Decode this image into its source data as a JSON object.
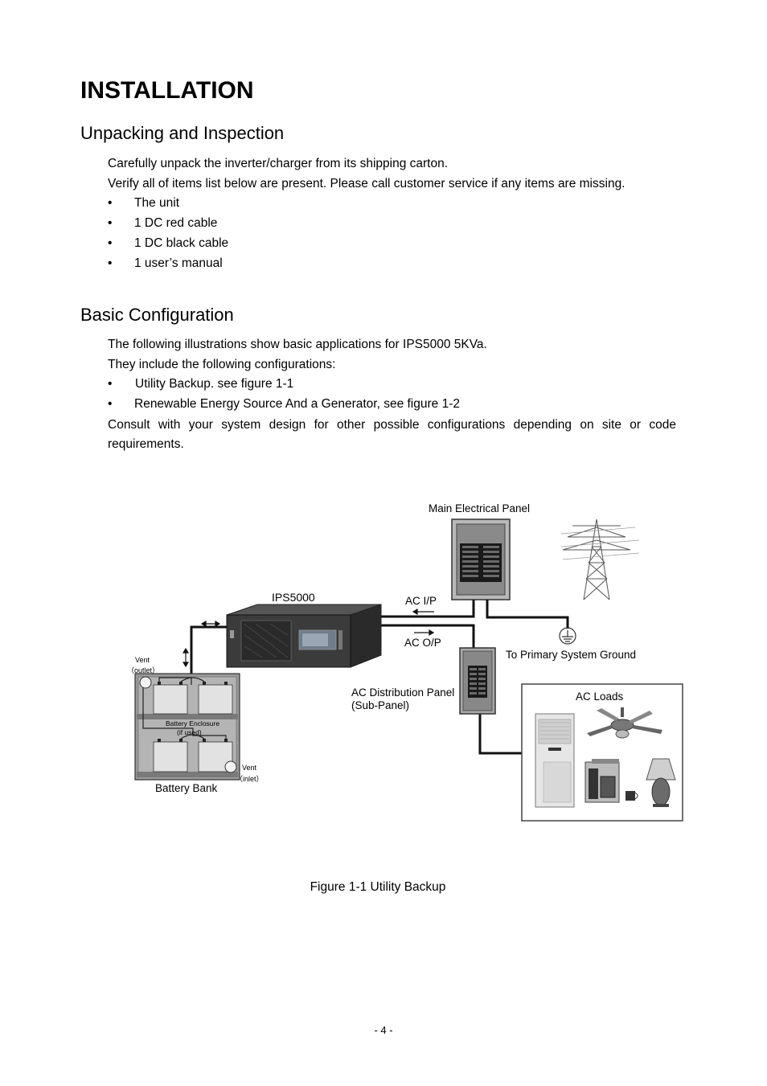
{
  "doc": {
    "title": "INSTALLATION",
    "section1": {
      "heading": "Unpacking and Inspection",
      "lines": [
        "Carefully unpack the inverter/charger from its shipping carton.",
        "Verify all of items list below are present. Please call customer service if any items are missing."
      ],
      "bullets": [
        "The unit",
        "1 DC red cable",
        "1 DC black cable",
        "1 user’s manual"
      ]
    },
    "section2": {
      "heading": "Basic Configuration",
      "lines": [
        "The following illustrations show basic applications for IPS5000 5KVa.",
        "They include the following configurations:"
      ],
      "bullets": [
        "Utility Backup. see figure 1-1",
        "Renewable Energy Source And a Generator, see figure 1-2"
      ],
      "para_line1": "Consult with your system design for other possible configurations depending on site or code",
      "para_line2": "requirements."
    },
    "bullet_char": "•",
    "figure": {
      "labels": {
        "main_panel": "Main Electrical Panel",
        "ips": "IPS5000",
        "ac_ip": "AC I/P",
        "ac_op": "AC O/P",
        "ground": "To Primary System Ground",
        "dist_panel_1": "AC Distribution Panel",
        "dist_panel_2": "(Sub-Panel)",
        "ac_loads": "AC Loads",
        "vent_outlet_1": "Vent",
        "vent_outlet_2": "（outlet）",
        "vent_inlet_1": "Vent",
        "vent_inlet_2": "（inlet）",
        "enclosure_1": "Battery Enclosure",
        "enclosure_2": "(if used)",
        "battery_bank": "Battery Bank"
      },
      "caption": "Figure 1-1 Utility Backup"
    },
    "page_number": "- 4 -"
  }
}
